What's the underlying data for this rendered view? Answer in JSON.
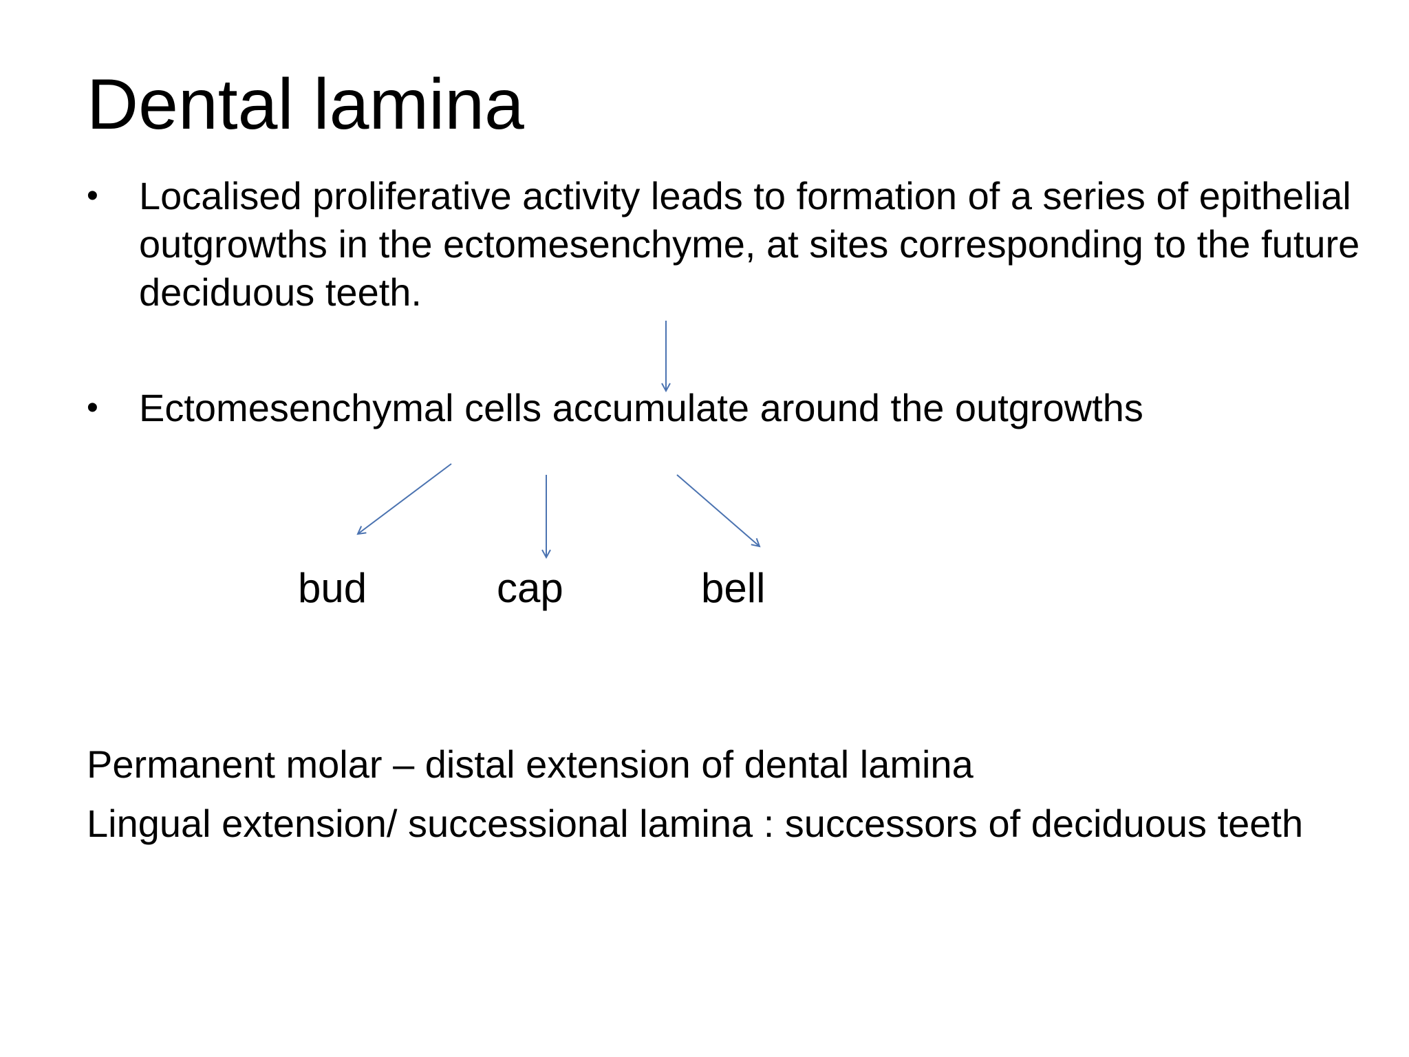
{
  "slide": {
    "title": "Dental lamina",
    "bullets": [
      {
        "marker": "•",
        "text": "Localised proliferative activity leads to formation of a series of epithelial outgrowths in the ectomesenchyme, at sites corresponding to the future deciduous teeth."
      },
      {
        "marker": "•",
        "text": "Ectomesenchymal cells accumulate around the outgrowths"
      }
    ],
    "stages": [
      "bud",
      "cap",
      "bell"
    ],
    "notes": [
      "Permanent molar – distal extension of dental lamina",
      "Lingual extension/ successional lamina : successors of deciduous teeth"
    ],
    "colors": {
      "arrow": "#4a72b0",
      "text": "#000000",
      "background": "#ffffff"
    }
  }
}
